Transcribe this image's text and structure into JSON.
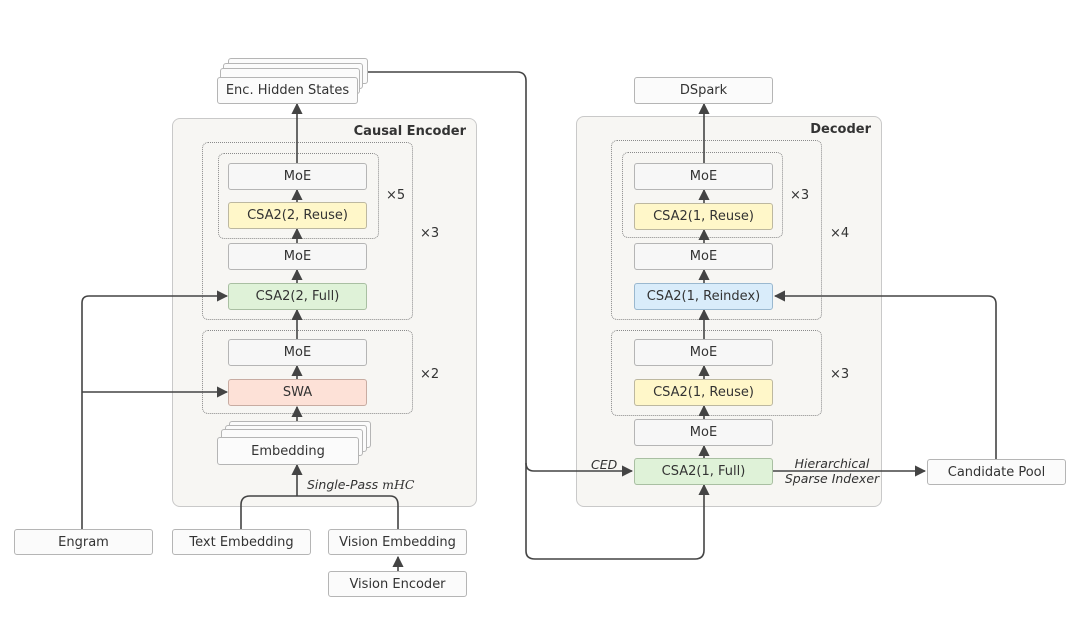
{
  "encoder": {
    "title": "Causal Encoder",
    "hidden_states": "Enc. Hidden States",
    "outer_repeat": "×3",
    "inner_repeat": "×5",
    "bottom_repeat": "×2",
    "moe": "MoE",
    "csa_reuse": "CSA2(2, Reuse)",
    "csa_full": "CSA2(2, Full)",
    "swa": "SWA",
    "embedding": "Embedding",
    "single_pass_prefix": "Single-Pass ",
    "single_pass_math": "mHC"
  },
  "decoder": {
    "title": "Decoder",
    "output": "DSpark",
    "outer_repeat": "×4",
    "inner_repeat": "×3",
    "bottom_repeat": "×3",
    "moe": "MoE",
    "csa_reuse": "CSA2(1, Reuse)",
    "csa_reindex": "CSA2(1, Reindex)",
    "csa_full": "CSA2(1, Full)"
  },
  "inputs": {
    "engram": "Engram",
    "text_embedding": "Text Embedding",
    "vision_embedding": "Vision Embedding",
    "vision_encoder": "Vision Encoder",
    "candidate_pool": "Candidate Pool"
  },
  "annotations": {
    "ced": "CED",
    "indexer_line1": "Hierarchical",
    "indexer_line2": "Sparse Indexer"
  },
  "colors": {
    "yellow": "#fff7c9",
    "green": "#dff2d8",
    "pink": "#fde1d7",
    "blue": "#d9ecfa",
    "line": "#444444"
  }
}
